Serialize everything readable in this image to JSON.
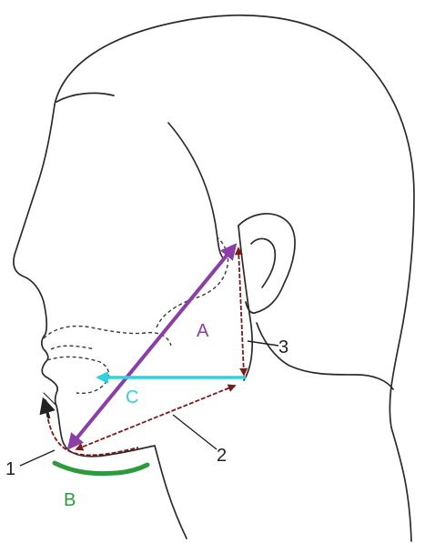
{
  "labels": {
    "a": "A",
    "b": "B",
    "c": "C",
    "n1": "1",
    "n2": "2",
    "n3": "3"
  },
  "colors": {
    "a": "#8a3ea6",
    "b": "#2e9a3e",
    "c": "#2fd3de",
    "dark_red": "#7a1a1a",
    "outline": "#2b2b2b"
  }
}
